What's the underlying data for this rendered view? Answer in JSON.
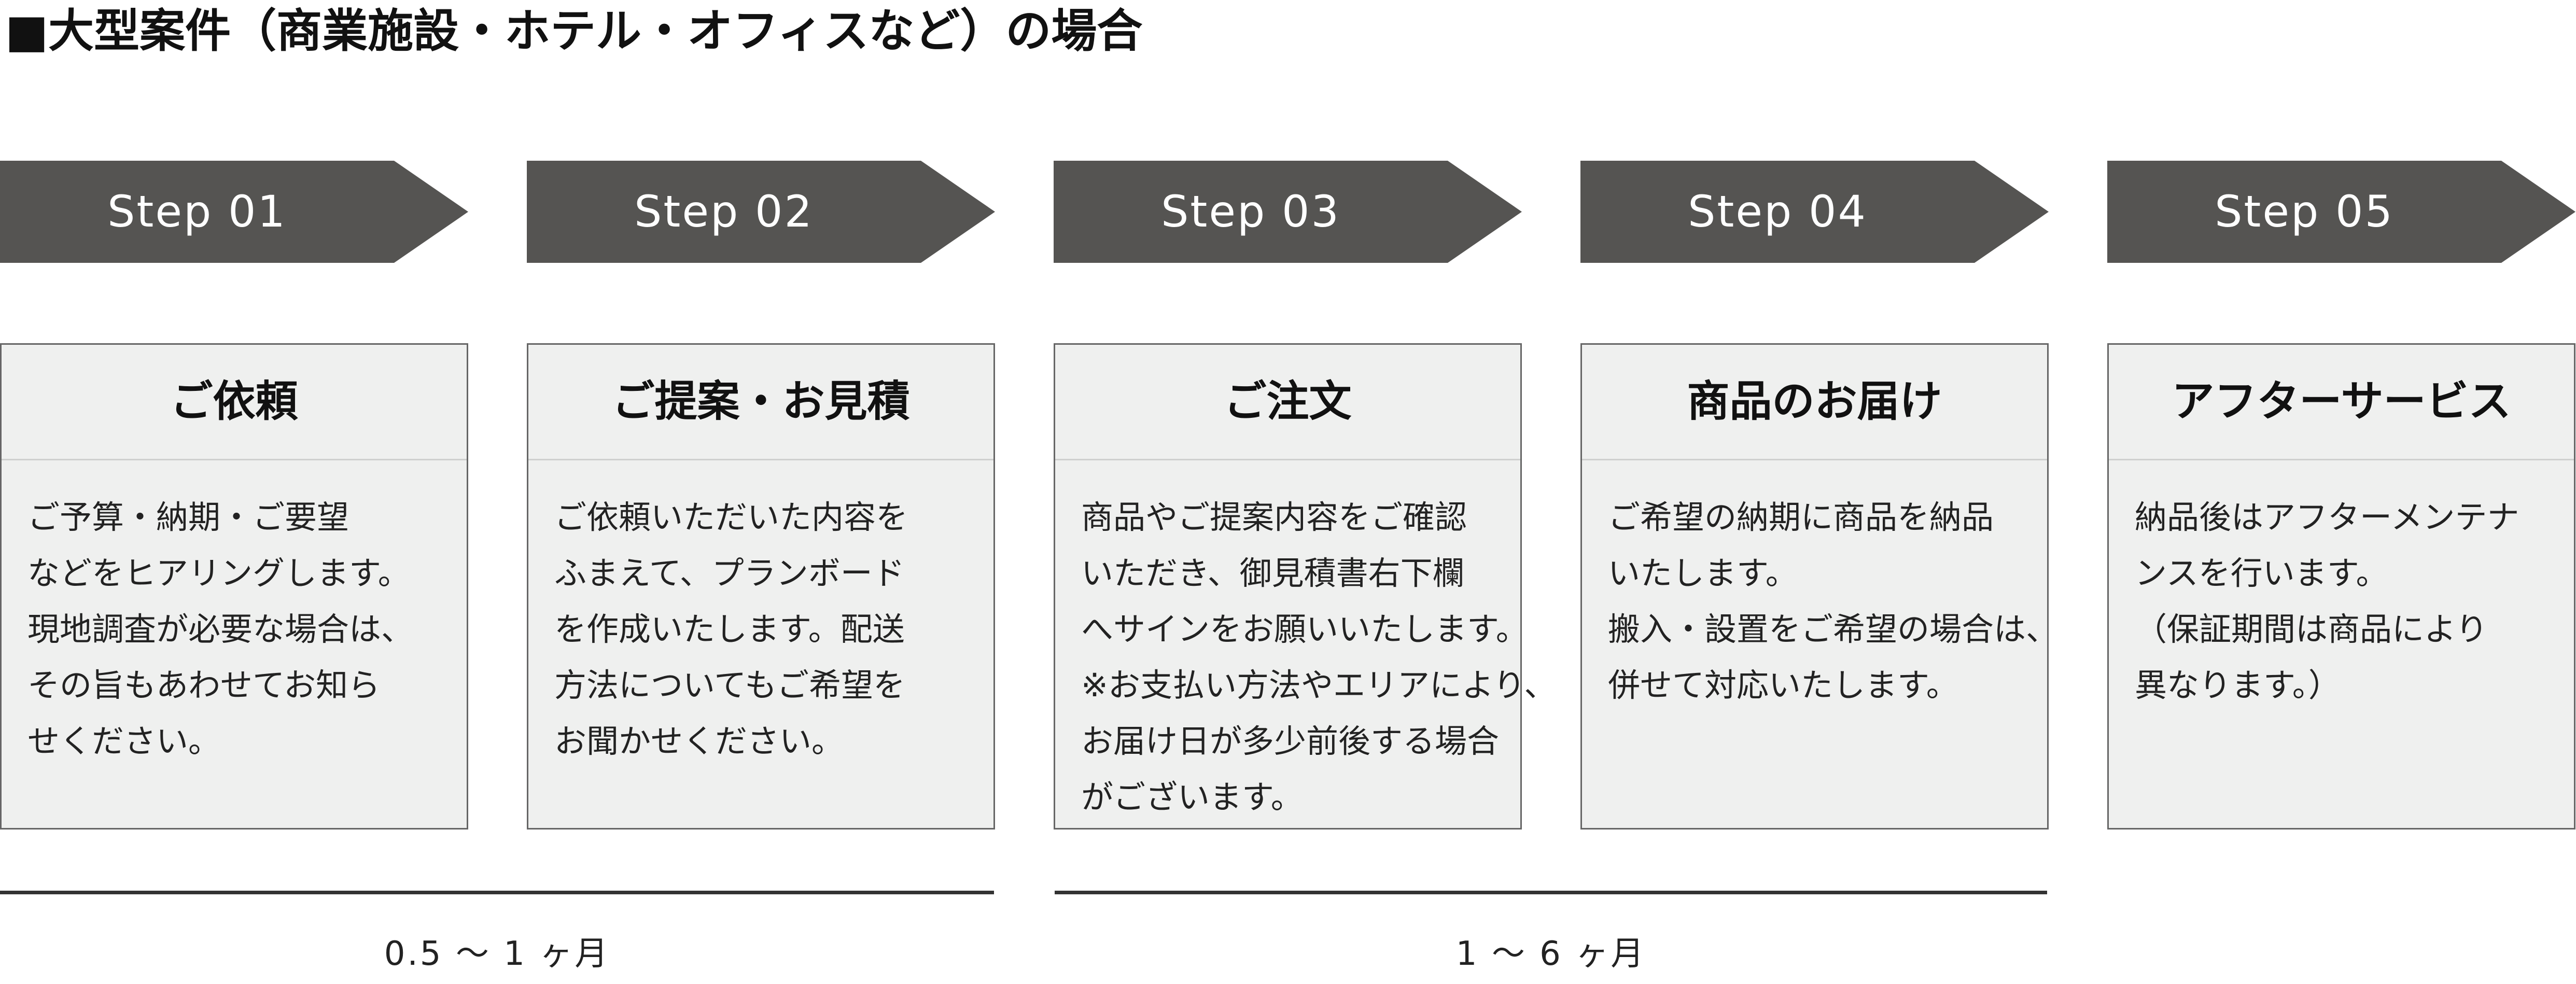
{
  "title": "■大型案件（商業施設・ホテル・オフィスなど）の場合",
  "steps": [
    {
      "label": "Step 01",
      "heading": "ご依頼",
      "lines": [
        "ご予算・納期・ご要望",
        "などをヒアリングします。",
        "現地調査が必要な場合は、",
        "その旨もあわせてお知ら",
        "せください。"
      ]
    },
    {
      "label": "Step 02",
      "heading": "ご提案・お見積",
      "lines": [
        "ご依頼いただいた内容を",
        "ふまえて、プランボード",
        "を作成いたします。配送",
        "方法についてもご希望を",
        "お聞かせください。"
      ]
    },
    {
      "label": "Step 03",
      "heading": "ご注文",
      "lines": [
        "商品やご提案内容をご確認",
        "いただき、御見積書右下欄",
        "へサインをお願いいたします。",
        "※お支払い方法やエリアにより、",
        "お届け日が多少前後する場合",
        "がございます。"
      ]
    },
    {
      "label": "Step 04",
      "heading": "商品のお届け",
      "lines": [
        "ご希望の納期に商品を納品",
        "いたします。",
        "搬入・設置をご希望の場合は、",
        "併せて対応いたします。"
      ]
    },
    {
      "label": "Step 05",
      "heading": "アフターサービス",
      "lines": [
        "納品後はアフターメンテナ",
        "ンスを行います。",
        "（保証期間は商品により",
        "異なります。）"
      ]
    }
  ],
  "durations": [
    {
      "label": "0.5 〜 1 ヶ月"
    },
    {
      "label": "1 〜 6 ヶ月"
    }
  ],
  "colors": {
    "arrow": "#555452",
    "box": "#eff0ef"
  }
}
